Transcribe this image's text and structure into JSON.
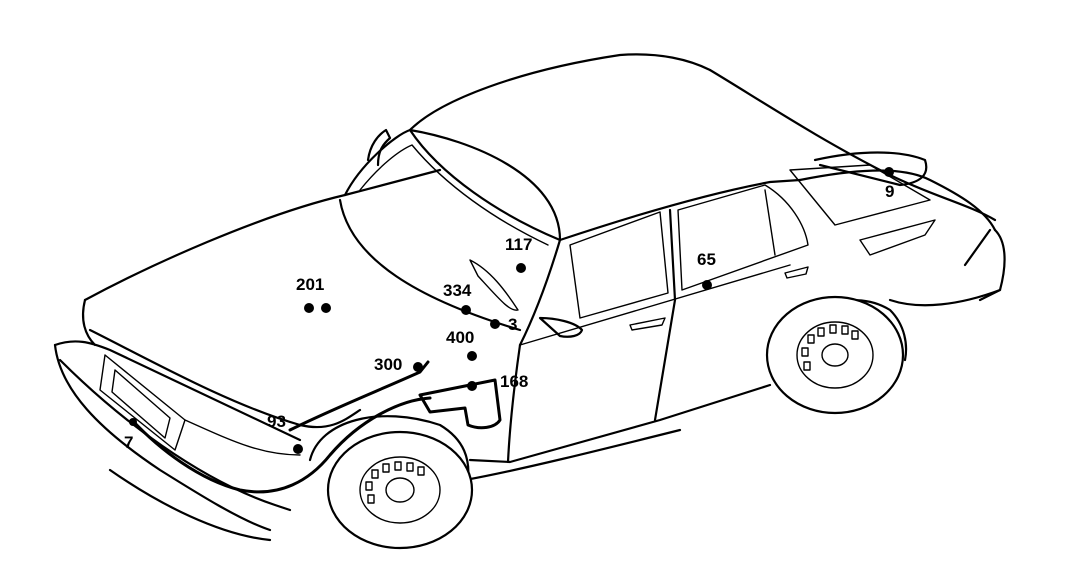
{
  "diagram": {
    "callouts": [
      {
        "id": "c201",
        "label": "201"
      },
      {
        "id": "c117",
        "label": "117"
      },
      {
        "id": "c334",
        "label": "334"
      },
      {
        "id": "c3",
        "label": "3"
      },
      {
        "id": "c400",
        "label": "400"
      },
      {
        "id": "c300",
        "label": "300"
      },
      {
        "id": "c168",
        "label": "168"
      },
      {
        "id": "c93",
        "label": "93"
      },
      {
        "id": "c7",
        "label": "7"
      },
      {
        "id": "c65",
        "label": "65"
      },
      {
        "id": "c9",
        "label": "9"
      }
    ]
  }
}
